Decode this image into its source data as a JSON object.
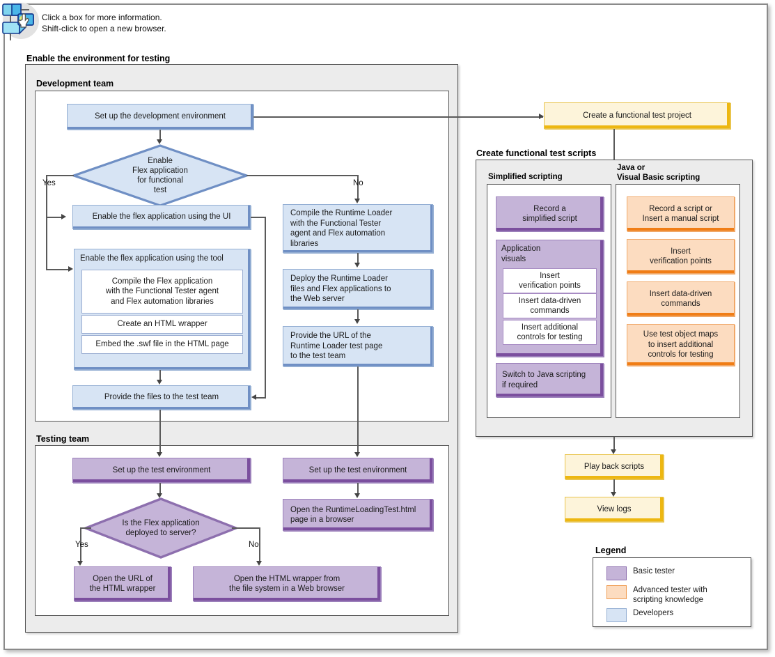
{
  "header": {
    "icon": "flowchart-click-hand-icon",
    "note_line1": "Click a box for more information.",
    "note_line2": "Shift-click to open a new browser."
  },
  "groups": {
    "enable_env": "Enable the environment for testing",
    "dev_team": "Development team",
    "test_team": "Testing team",
    "create_scripts": "Create functional test scripts",
    "simplified": "Simplified scripting",
    "java_vb": "Java or\nVisual Basic scripting",
    "legend": "Legend"
  },
  "dev": {
    "setup_env": "Set up the development environment",
    "decision": "Enable\nFlex application\nfor functional\ntest",
    "yes": "Yes",
    "no": "No",
    "enable_ui": "Enable the flex application using the UI",
    "enable_tool": "Enable the flex application using the tool",
    "tool_step1": "Compile the Flex application\nwith the Functional Tester agent\nand Flex automation libraries",
    "tool_step2": "Create an HTML wrapper",
    "tool_step3": "Embed the .swf file in the HTML page",
    "provide_files": "Provide the files to the test team",
    "compile_rtl": "Compile the Runtime Loader\nwith the Functional Tester\nagent and Flex automation\nlibraries",
    "deploy_rtl": "Deploy the Runtime Loader\nfiles and Flex applications to\nthe Web server",
    "provide_url": "Provide the URL of the\nRuntime Loader test page\nto the test team"
  },
  "test": {
    "setup_left": "Set up the test environment",
    "decision": "Is the Flex application\ndeployed to server?",
    "yes": "Yes",
    "no": "No",
    "open_url": "Open the URL of\nthe HTML wrapper",
    "open_wrapper": "Open the HTML wrapper from\nthe file system in a Web browser",
    "setup_right": "Set up the test environment",
    "open_runtime": "Open the RuntimeLoadingTest.html\npage in a browser"
  },
  "scripts": {
    "create_project": "Create a functional test project",
    "simplified": [
      "Record a\nsimplified script",
      "Application\nvisuals",
      "Insert\nverification points",
      "Insert data-driven\ncommands",
      "Insert additional\ncontrols for testing",
      "Switch to Java scripting\nif required"
    ],
    "java_vb": [
      "Record a script or\nInsert a manual script",
      "Insert\nverification points",
      "Insert data-driven\ncommands",
      "Use test object maps\nto insert additional\ncontrols for testing"
    ],
    "play_back": "Play back scripts",
    "view_logs": "View logs"
  },
  "legend_items": [
    {
      "swatch": "basic-tester-swatch",
      "label": "Basic tester",
      "color": "#c5b4d8"
    },
    {
      "swatch": "advanced-tester-swatch",
      "label": "Advanced tester with\nscripting knowledge",
      "color": "#fcdcc0"
    },
    {
      "swatch": "developers-swatch",
      "label": "Developers",
      "color": "#d7e4f4"
    }
  ],
  "colors": {
    "blue_fill": "#d7e4f4",
    "blue_border": "#6f8fc4",
    "purple_fill": "#c5b4d8",
    "purple_border": "#7b4f9e",
    "peach_fill": "#fcdcc0",
    "peach_border": "#f07d16",
    "cream_fill": "#fdf4da",
    "cream_border": "#edb711",
    "panel_gray": "#ececec",
    "connector": "#5a5a5a"
  }
}
